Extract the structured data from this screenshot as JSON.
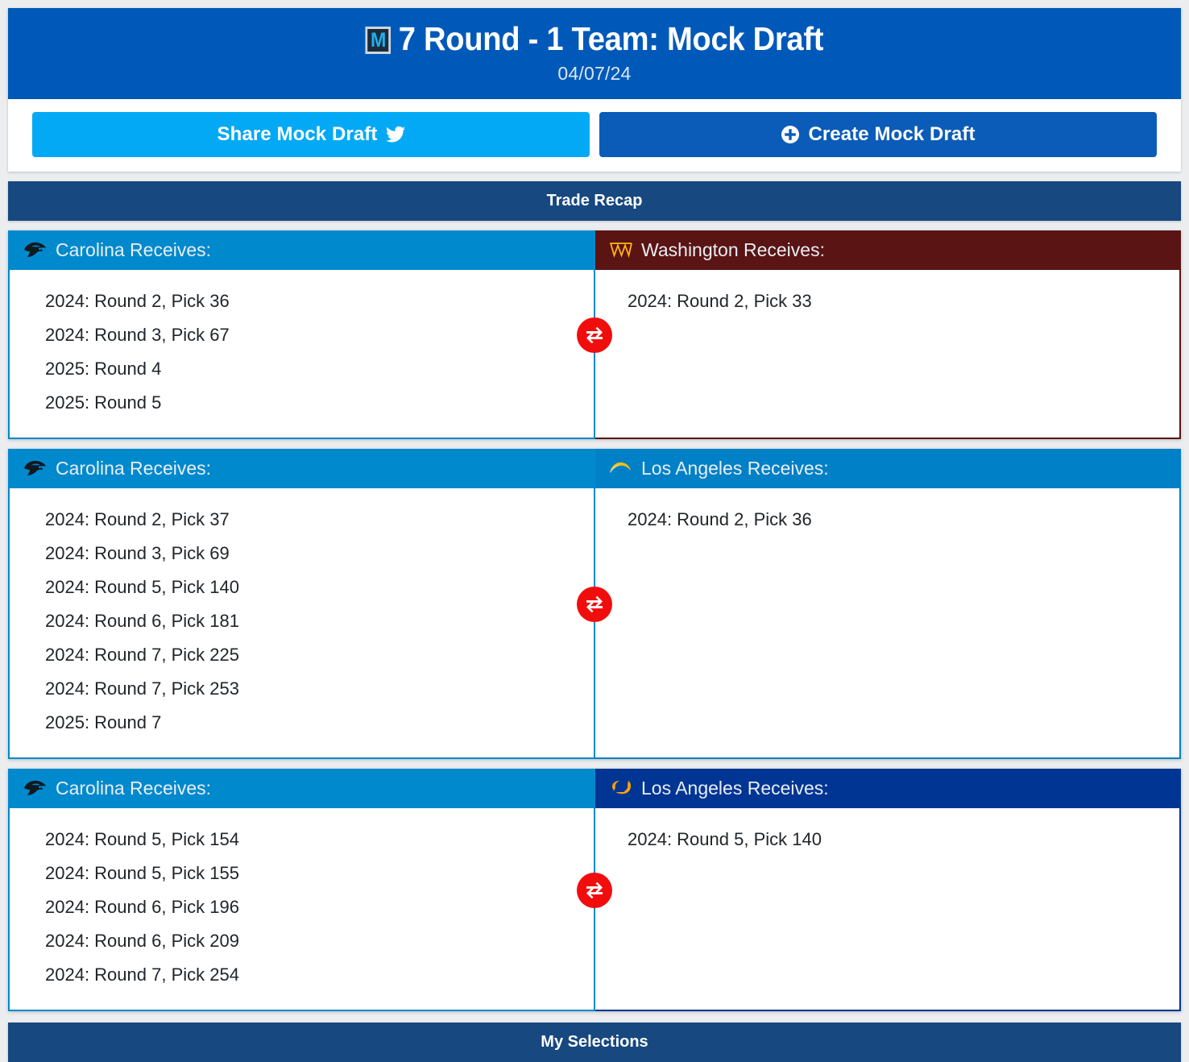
{
  "header": {
    "logo_icon": "mock-draft-logo-icon",
    "title": "7 Round - 1 Team: Mock Draft",
    "date": "04/07/24"
  },
  "actions": {
    "share_label": "Share Mock Draft",
    "share_icon": "twitter-bird-icon",
    "create_label": "Create Mock Draft",
    "create_icon": "plus-circle-icon"
  },
  "sections": {
    "trade_recap": "Trade Recap",
    "my_selections": "My Selections"
  },
  "swap_icon": "exchange-arrows-icon",
  "colors": {
    "page_bg": "#ebedef",
    "hero_blue": "#0059b9",
    "section_navy": "#17487f",
    "share_cyan": "#03a9f4",
    "create_blue": "#0b5cb8",
    "swap_red": "#f20d0d",
    "panthers_blue": "#0189cd",
    "commanders_burgundy": "#5a1414",
    "chargers_blue": "#0080c6",
    "rams_navy": "#003594"
  },
  "trades": [
    {
      "left": {
        "team": "Carolina",
        "logo_icon": "panthers-logo-icon",
        "header": "Carolina Receives:",
        "header_bg": "#0189cd",
        "border": "#0189cd",
        "picks": [
          "2024: Round 2, Pick 36",
          "2024: Round 3, Pick 67",
          "2025: Round 4",
          "2025: Round 5"
        ]
      },
      "right": {
        "team": "Washington",
        "logo_icon": "commanders-logo-icon",
        "header": "Washington Receives:",
        "header_bg": "#5a1414",
        "border": "#5a1414",
        "picks": [
          "2024: Round 2, Pick 33"
        ]
      }
    },
    {
      "left": {
        "team": "Carolina",
        "logo_icon": "panthers-logo-icon",
        "header": "Carolina Receives:",
        "header_bg": "#0189cd",
        "border": "#0189cd",
        "picks": [
          "2024: Round 2, Pick 37",
          "2024: Round 3, Pick 69",
          "2024: Round 5, Pick 140",
          "2024: Round 6, Pick 181",
          "2024: Round 7, Pick 225",
          "2024: Round 7, Pick 253",
          "2025: Round 7"
        ]
      },
      "right": {
        "team": "Los Angeles",
        "logo_icon": "chargers-logo-icon",
        "header": "Los Angeles Receives:",
        "header_bg": "#0080c6",
        "border": "#0080c6",
        "picks": [
          "2024: Round 2, Pick 36"
        ]
      }
    },
    {
      "left": {
        "team": "Carolina",
        "logo_icon": "panthers-logo-icon",
        "header": "Carolina Receives:",
        "header_bg": "#0189cd",
        "border": "#0189cd",
        "picks": [
          "2024: Round 5, Pick 154",
          "2024: Round 5, Pick 155",
          "2024: Round 6, Pick 196",
          "2024: Round 6, Pick 209",
          "2024: Round 7, Pick 254"
        ]
      },
      "right": {
        "team": "Los Angeles",
        "logo_icon": "rams-logo-icon",
        "header": "Los Angeles Receives:",
        "header_bg": "#003594",
        "border": "#003594",
        "picks": [
          "2024: Round 5, Pick 140"
        ]
      }
    }
  ]
}
